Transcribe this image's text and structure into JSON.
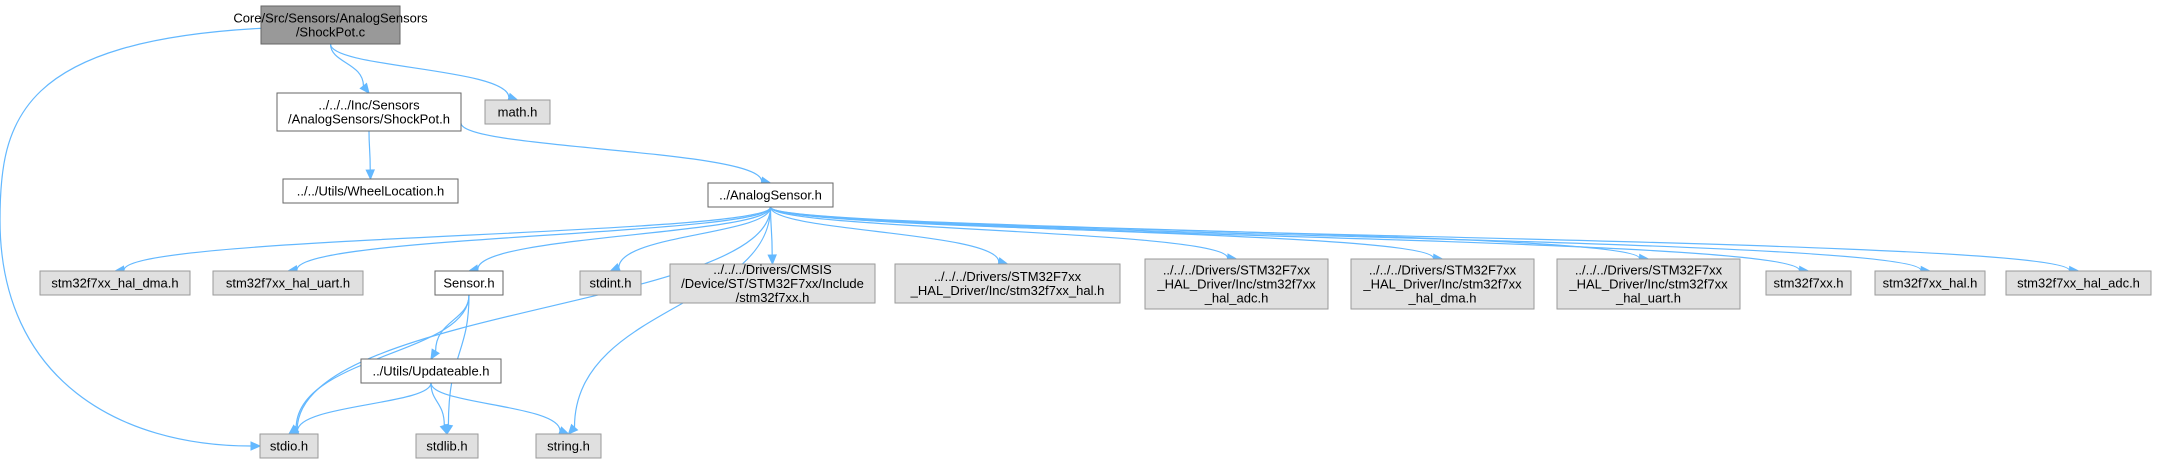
{
  "colors": {
    "edge": "#63b8ff",
    "root_fill": "#999999",
    "local_fill": "#ffffff",
    "external_fill": "#e0e0e0",
    "border": "#666666"
  },
  "nodes": [
    {
      "id": "shockpot-c",
      "kind": "root",
      "lines": [
        "Core/Src/Sensors/AnalogSensors",
        "/ShockPot.c"
      ]
    },
    {
      "id": "shockpot-h",
      "kind": "local",
      "lines": [
        "../../../Inc/Sensors",
        "/AnalogSensors/ShockPot.h"
      ]
    },
    {
      "id": "math-h",
      "kind": "ext",
      "lines": [
        "math.h"
      ]
    },
    {
      "id": "wheellocation-h",
      "kind": "local",
      "lines": [
        "../../Utils/WheelLocation.h"
      ]
    },
    {
      "id": "analogsensor-h",
      "kind": "local",
      "lines": [
        "../AnalogSensor.h"
      ]
    },
    {
      "id": "hal-dma-h",
      "kind": "ext",
      "lines": [
        "stm32f7xx_hal_dma.h"
      ]
    },
    {
      "id": "hal-uart-h",
      "kind": "ext",
      "lines": [
        "stm32f7xx_hal_uart.h"
      ]
    },
    {
      "id": "sensor-h",
      "kind": "local",
      "lines": [
        "Sensor.h"
      ]
    },
    {
      "id": "stdint-h",
      "kind": "ext",
      "lines": [
        "stdint.h"
      ]
    },
    {
      "id": "cmsis-stm32f7xx-h",
      "kind": "ext",
      "lines": [
        "../../../Drivers/CMSIS",
        "/Device/ST/STM32F7xx/Include",
        "/stm32f7xx.h"
      ]
    },
    {
      "id": "drv-hal-h",
      "kind": "ext",
      "lines": [
        "../../../Drivers/STM32F7xx",
        "_HAL_Driver/Inc/stm32f7xx_hal.h"
      ]
    },
    {
      "id": "drv-hal-adc-h",
      "kind": "ext",
      "lines": [
        "../../../Drivers/STM32F7xx",
        "_HAL_Driver/Inc/stm32f7xx",
        "_hal_adc.h"
      ]
    },
    {
      "id": "drv-hal-dma-h",
      "kind": "ext",
      "lines": [
        "../../../Drivers/STM32F7xx",
        "_HAL_Driver/Inc/stm32f7xx",
        "_hal_dma.h"
      ]
    },
    {
      "id": "drv-hal-uart-h",
      "kind": "ext",
      "lines": [
        "../../../Drivers/STM32F7xx",
        "_HAL_Driver/Inc/stm32f7xx",
        "_hal_uart.h"
      ]
    },
    {
      "id": "stm32f7xx-h",
      "kind": "ext",
      "lines": [
        "stm32f7xx.h"
      ]
    },
    {
      "id": "stm32f7xx-hal-h",
      "kind": "ext",
      "lines": [
        "stm32f7xx_hal.h"
      ]
    },
    {
      "id": "hal-adc-h",
      "kind": "ext",
      "lines": [
        "stm32f7xx_hal_adc.h"
      ]
    },
    {
      "id": "updateable-h",
      "kind": "local",
      "lines": [
        "../Utils/Updateable.h"
      ]
    },
    {
      "id": "stdio-h",
      "kind": "ext",
      "lines": [
        "stdio.h"
      ]
    },
    {
      "id": "stdlib-h",
      "kind": "ext",
      "lines": [
        "stdlib.h"
      ]
    },
    {
      "id": "string-h",
      "kind": "ext",
      "lines": [
        "string.h"
      ]
    }
  ],
  "edges": [
    [
      "shockpot-c",
      "shockpot-h"
    ],
    [
      "shockpot-c",
      "math-h"
    ],
    [
      "shockpot-c",
      "stdio-h"
    ],
    [
      "shockpot-h",
      "wheellocation-h"
    ],
    [
      "shockpot-h",
      "analogsensor-h"
    ],
    [
      "analogsensor-h",
      "hal-dma-h"
    ],
    [
      "analogsensor-h",
      "hal-uart-h"
    ],
    [
      "analogsensor-h",
      "sensor-h"
    ],
    [
      "analogsensor-h",
      "stdint-h"
    ],
    [
      "analogsensor-h",
      "cmsis-stm32f7xx-h"
    ],
    [
      "analogsensor-h",
      "drv-hal-h"
    ],
    [
      "analogsensor-h",
      "drv-hal-adc-h"
    ],
    [
      "analogsensor-h",
      "drv-hal-dma-h"
    ],
    [
      "analogsensor-h",
      "drv-hal-uart-h"
    ],
    [
      "analogsensor-h",
      "stm32f7xx-h"
    ],
    [
      "analogsensor-h",
      "stm32f7xx-hal-h"
    ],
    [
      "analogsensor-h",
      "hal-adc-h"
    ],
    [
      "analogsensor-h",
      "stdio-h"
    ],
    [
      "analogsensor-h",
      "string-h"
    ],
    [
      "sensor-h",
      "updateable-h"
    ],
    [
      "sensor-h",
      "stdio-h"
    ],
    [
      "sensor-h",
      "stdlib-h"
    ],
    [
      "updateable-h",
      "stdio-h"
    ],
    [
      "updateable-h",
      "stdlib-h"
    ],
    [
      "updateable-h",
      "string-h"
    ]
  ]
}
